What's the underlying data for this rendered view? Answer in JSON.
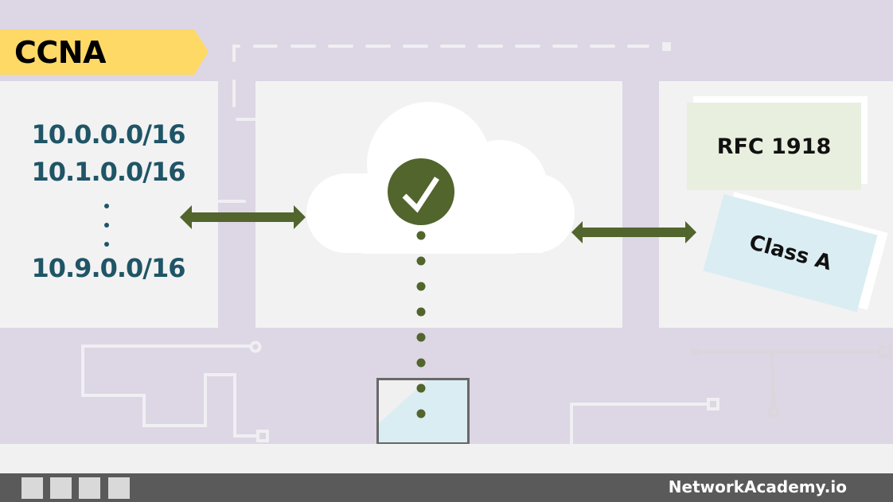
{
  "banner": {
    "label": "CCNA",
    "color": "#ffd966"
  },
  "left_panel": {
    "subnets": [
      "10.0.0.0/16",
      "10.1.0.0/16",
      "10.9.0.0/16"
    ],
    "ellipsis": "⋮",
    "text_color": "#1f5566"
  },
  "center_panel": {
    "cloud_icon": "cloud-icon",
    "status_icon": "check-circle-icon",
    "accent_color": "#51652c",
    "device_icon": "laptop-icon"
  },
  "right_panel": {
    "cards": [
      {
        "label": "RFC 1918",
        "color": "#e8efdf"
      },
      {
        "label": "Class A",
        "color": "#daedf2"
      }
    ]
  },
  "footer": {
    "brand": "NetworkAcademy.io",
    "squares": 4
  },
  "colors": {
    "background": "#ddd6e5",
    "panel": "#f2f2f2",
    "arrow": "#51652c",
    "footer": "#5a5a5a"
  }
}
